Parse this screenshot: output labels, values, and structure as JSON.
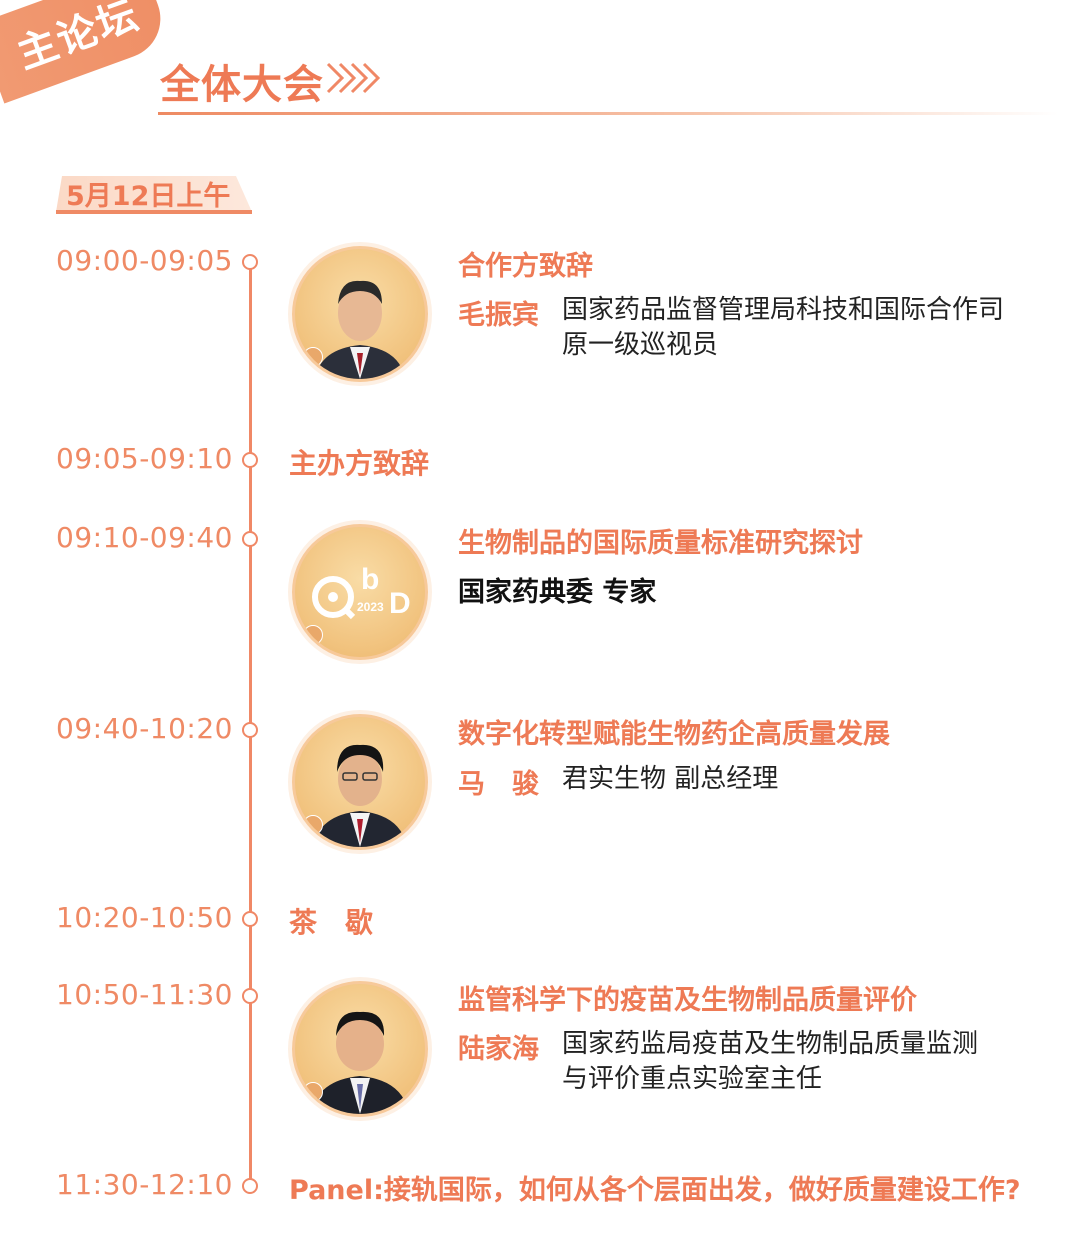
{
  "header": {
    "badge": "主论坛",
    "title": "全体大会"
  },
  "date": "5月12日上午",
  "colors": {
    "accent": "#ee7a55",
    "line": "#f08866",
    "avatar_bg": "#f1c27d"
  },
  "schedule": [
    {
      "time": "09:00-09:05",
      "title": "合作方致辞",
      "speaker": "毛振宾",
      "role_line1": "国家药品监督管理局科技和国际合作司",
      "role_line2": "原一级巡视员"
    },
    {
      "time": "09:05-09:10",
      "title": "主办方致辞"
    },
    {
      "time": "09:10-09:40",
      "title": "生物制品的国际质量标准研究探讨",
      "speaker_plain": "国家药典委 专家",
      "logo": {
        "b": "b",
        "year": "2023",
        "d": "D"
      }
    },
    {
      "time": "09:40-10:20",
      "title": "数字化转型赋能生物药企高质量发展",
      "speaker": "马　骏",
      "role_line1": "君实生物 副总经理"
    },
    {
      "time": "10:20-10:50",
      "title": "茶　歇"
    },
    {
      "time": "10:50-11:30",
      "title": "监管科学下的疫苗及生物制品质量评价",
      "speaker": "陆家海",
      "role_line1": "国家药监局疫苗及生物制品质量监测",
      "role_line2": "与评价重点实验室主任"
    },
    {
      "time": "11:30-12:10",
      "title": "Panel:接轨国际，如何从各个层面出发，做好质量建设工作?"
    }
  ]
}
